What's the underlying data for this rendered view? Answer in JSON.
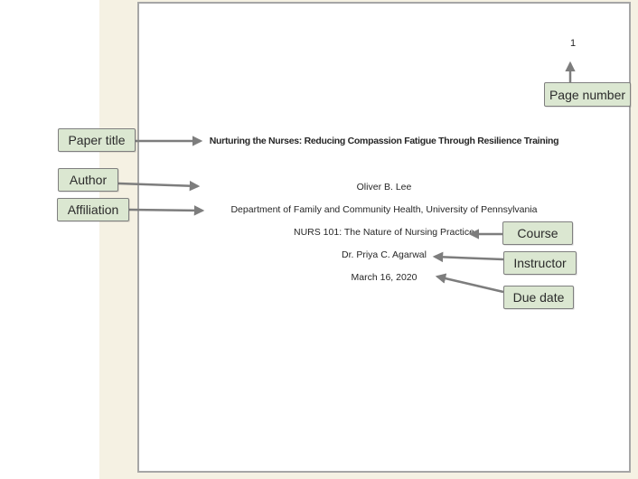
{
  "page": {
    "page_number": "1",
    "title": "Nurturing the Nurses: Reducing Compassion Fatigue Through Resilience Training",
    "author": "Oliver B. Lee",
    "affiliation": "Department of Family and Community Health, University of Pennsylvania",
    "course": "NURS 101: The Nature of Nursing Practice",
    "instructor": "Dr. Priya C. Agarwal",
    "due_date": "March 16, 2020"
  },
  "labels": {
    "paper_title": "Paper title",
    "author": "Author",
    "affiliation": "Affiliation",
    "page_number": "Page number",
    "course": "Course",
    "instructor": "Instructor",
    "due_date": "Due date"
  },
  "colors": {
    "label_fill": "#dbe7d1",
    "label_border": "#7f7f7f",
    "arrow": "#7d7d7d",
    "bg_panel": "#f5f1e3",
    "page_border": "#a6a6a6"
  }
}
